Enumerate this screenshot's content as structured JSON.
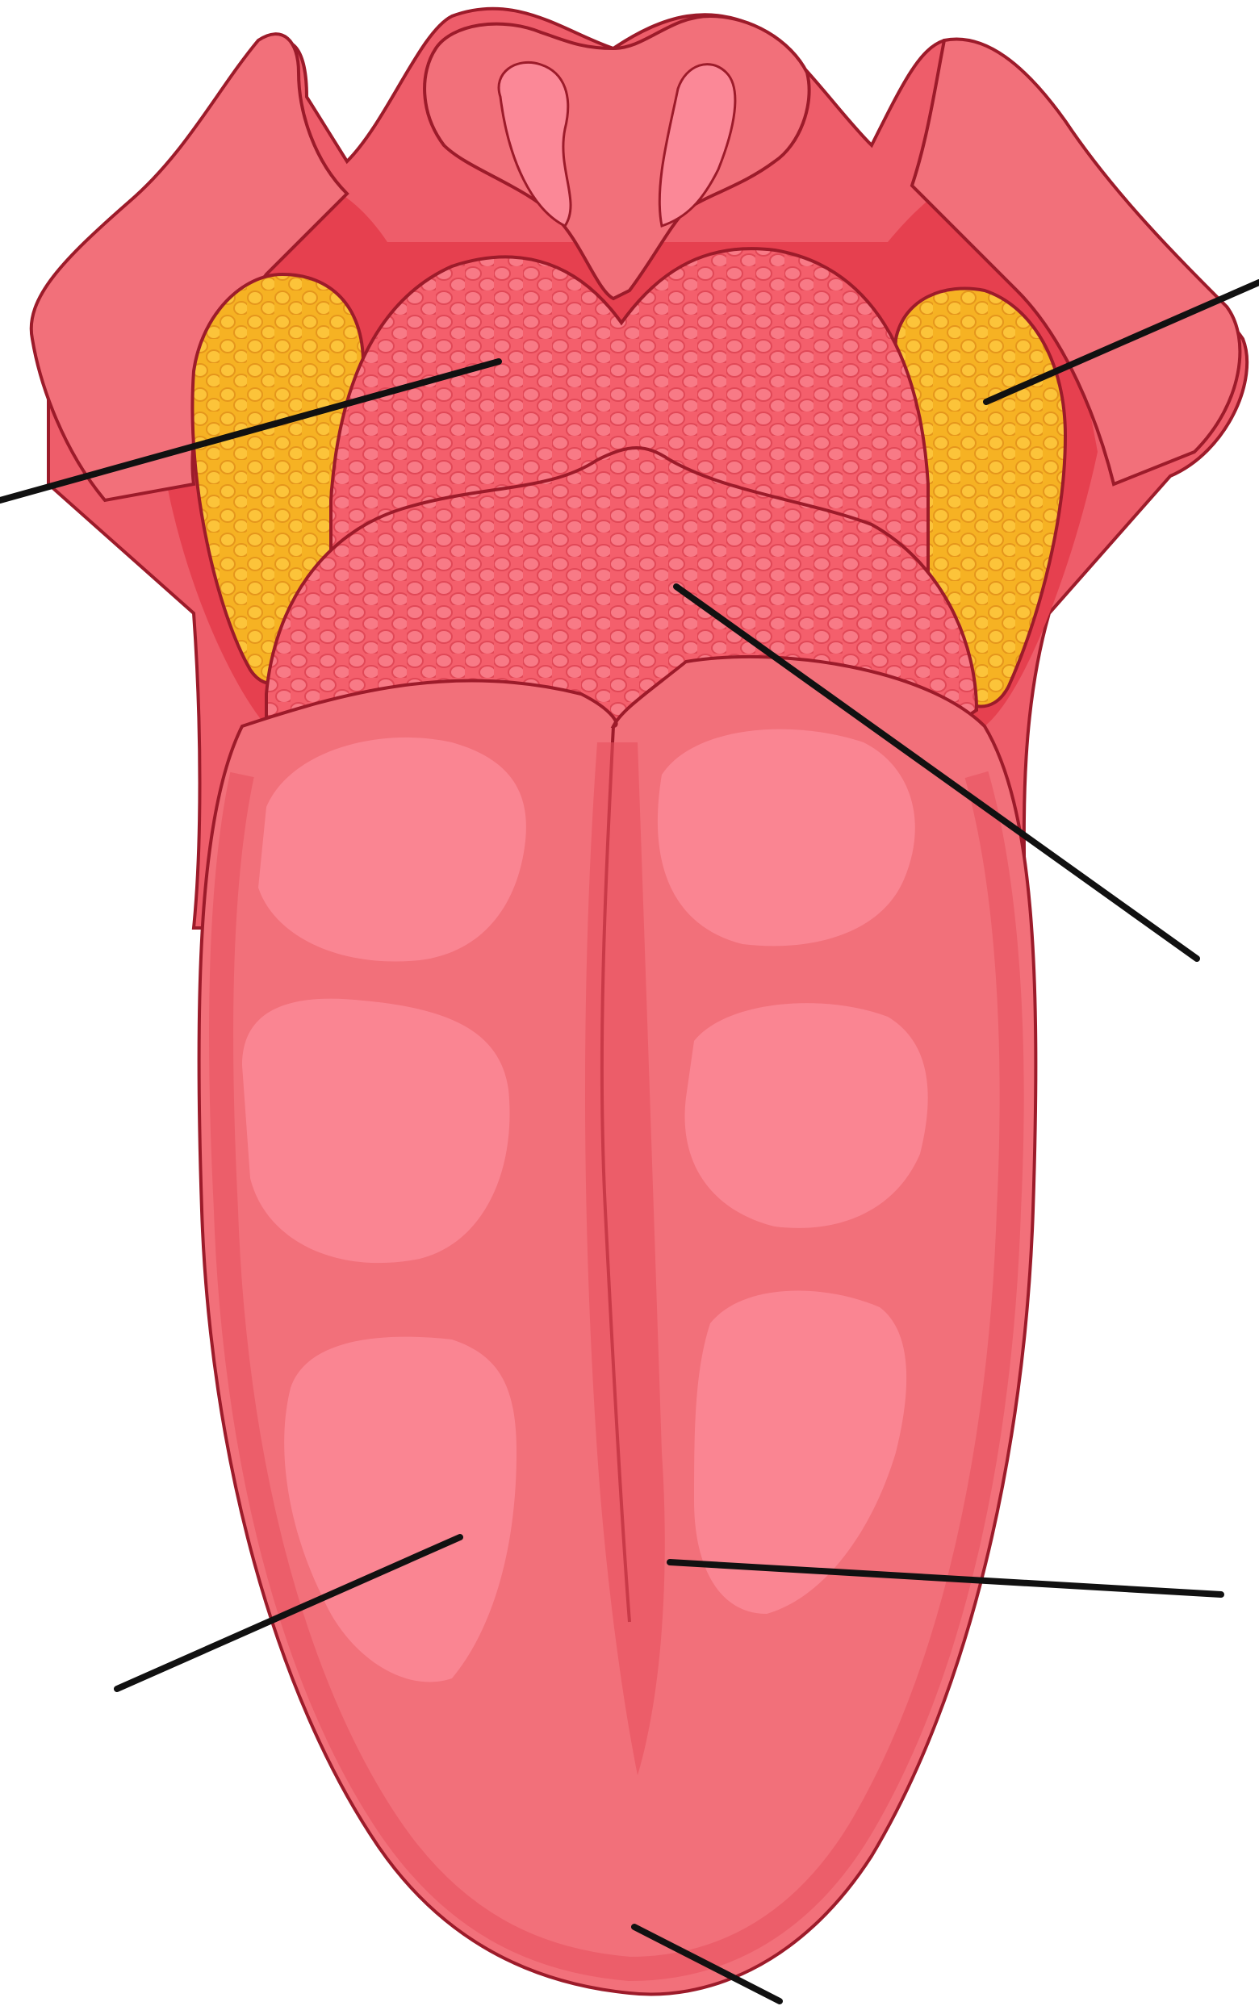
{
  "diagram": {
    "subject": "tongue",
    "colors": {
      "background": "#ffffff",
      "outline": "#9c1b2a",
      "tongue_body": "#f2707a",
      "tongue_dark": "#e7505d",
      "tongue_light": "#fb8897",
      "throat": "#e6404f",
      "tonsil": "#f6b223",
      "tonsil_dark": "#e5961c",
      "papillae_region": "#f45f6c",
      "leader_line": "#111111"
    },
    "label_lines": [
      {
        "id": "label-line-lingual-tonsil-left"
      },
      {
        "id": "label-line-palatine-tonsil-right"
      },
      {
        "id": "label-line-papillae-center"
      },
      {
        "id": "label-line-tongue-left-body"
      },
      {
        "id": "label-line-median-sulcus"
      },
      {
        "id": "label-line-tongue-tip"
      }
    ]
  }
}
